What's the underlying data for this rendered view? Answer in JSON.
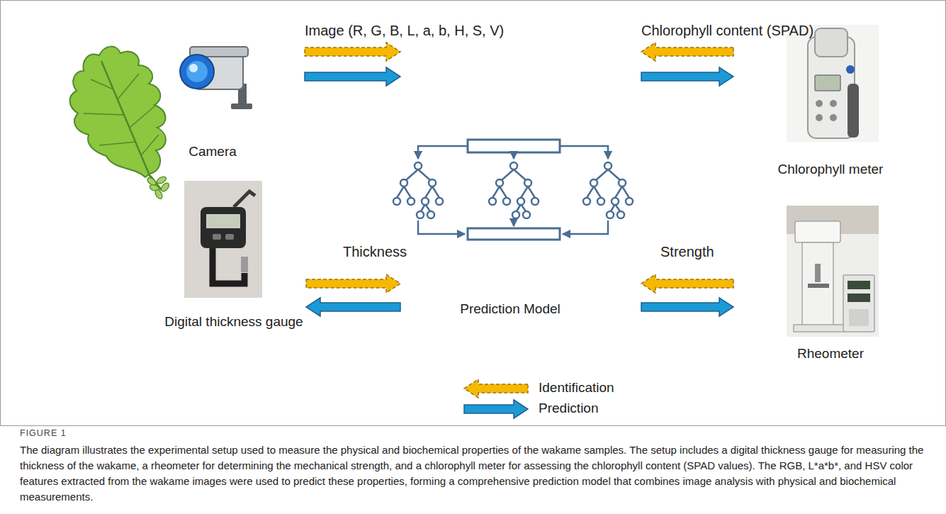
{
  "diagram": {
    "title": "FIGURE 1",
    "caption": "The diagram illustrates the experimental setup used to measure the physical and biochemical properties of the wakame samples. The setup includes a digital thickness gauge for measuring the thickness of the wakame, a rheometer for determining the mechanical strength, and a chlorophyll meter for assessing the chlorophyll content (SPAD values). The RGB, L*a*b*, and HSV color features extracted from the wakame images were used to predict these properties, forming a comprehensive prediction model that combines image analysis with physical and biochemical measurements.",
    "nodes": [
      {
        "text": [
          "Camera"
        ]
      },
      {
        "text": [
          "Chlorophyll meter"
        ]
      },
      {
        "text": [
          "Prediction Model"
        ]
      },
      {
        "text": [
          "Digital thickness gauge"
        ]
      },
      {
        "text": [
          "Rheometer"
        ]
      }
    ],
    "edges": [
      {
        "from": 0,
        "to": 2,
        "arrow": "to"
      },
      {
        "from": 0,
        "to": 2,
        "arrow": "to"
      },
      {
        "from": 1,
        "to": 2,
        "arrow": "to"
      },
      {
        "from": 2,
        "to": 1,
        "arrow": "to"
      },
      {
        "from": 3,
        "to": 2,
        "arrow": "to"
      },
      {
        "from": 2,
        "to": 3,
        "arrow": "to"
      },
      {
        "from": 4,
        "to": 2,
        "arrow": "to"
      },
      {
        "from": 2,
        "to": 4,
        "arrow": "to"
      }
    ],
    "labels": [
      "Image (R, G, B, L, a, b, H, S, V)",
      "Chlorophyll content (SPAD)",
      "Thickness",
      "Strength"
    ],
    "legend": [
      {
        "text": "Identification"
      },
      {
        "text": "Prediction"
      }
    ]
  }
}
